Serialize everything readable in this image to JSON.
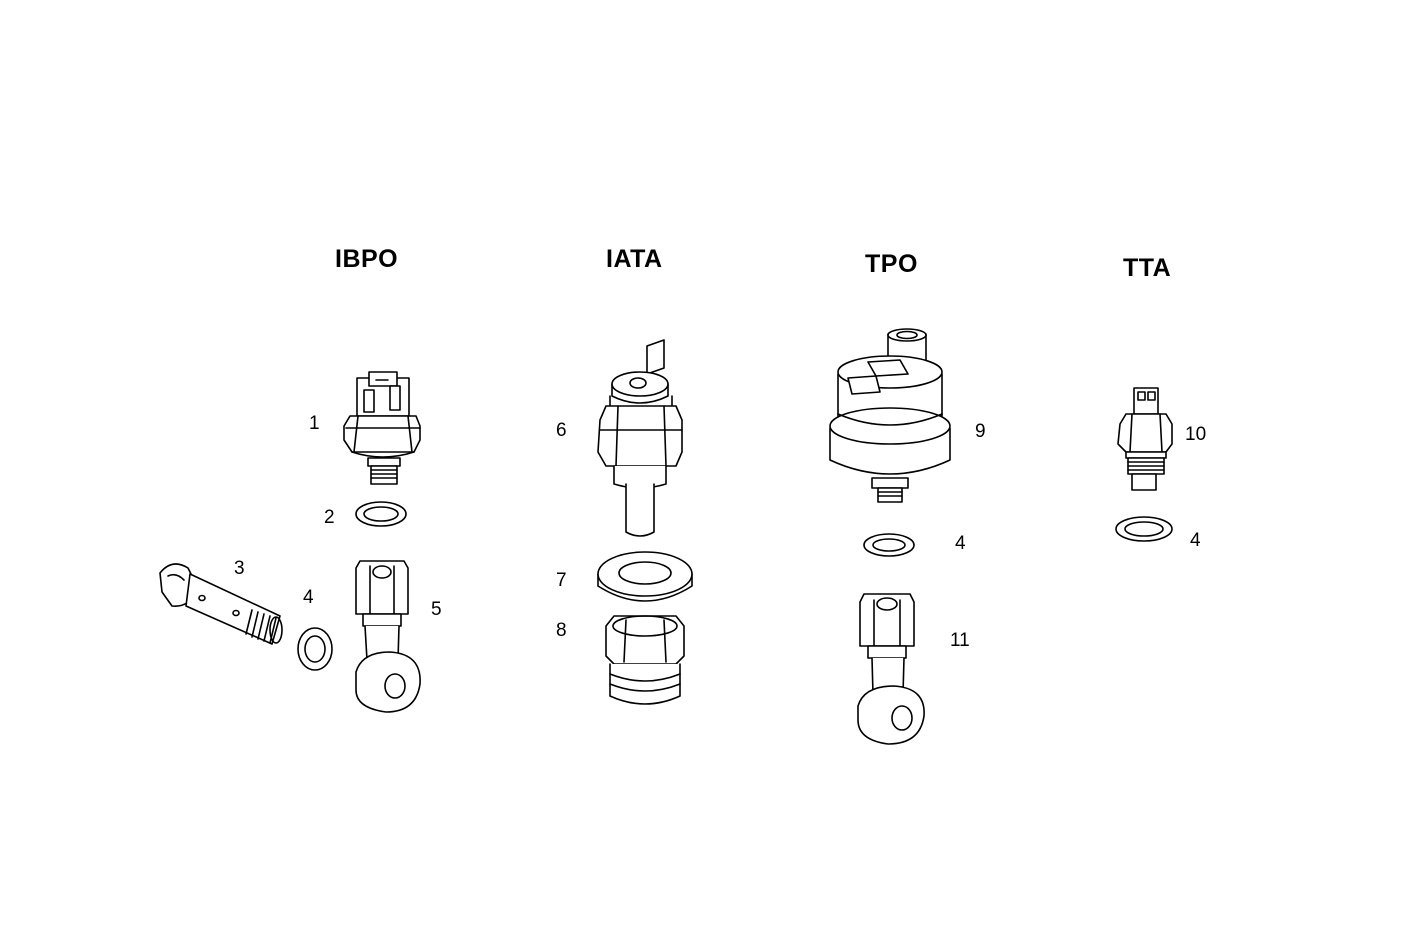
{
  "groups": [
    {
      "title": "IBPO",
      "parts": [
        "1",
        "2",
        "3",
        "4",
        "5"
      ]
    },
    {
      "title": "IATA",
      "parts": [
        "6",
        "7",
        "8"
      ]
    },
    {
      "title": "TPO",
      "parts": [
        "9",
        "4",
        "11"
      ]
    },
    {
      "title": "TTA",
      "parts": [
        "10",
        "4"
      ]
    }
  ],
  "colors": {
    "line": "#000000",
    "background": "#ffffff"
  }
}
